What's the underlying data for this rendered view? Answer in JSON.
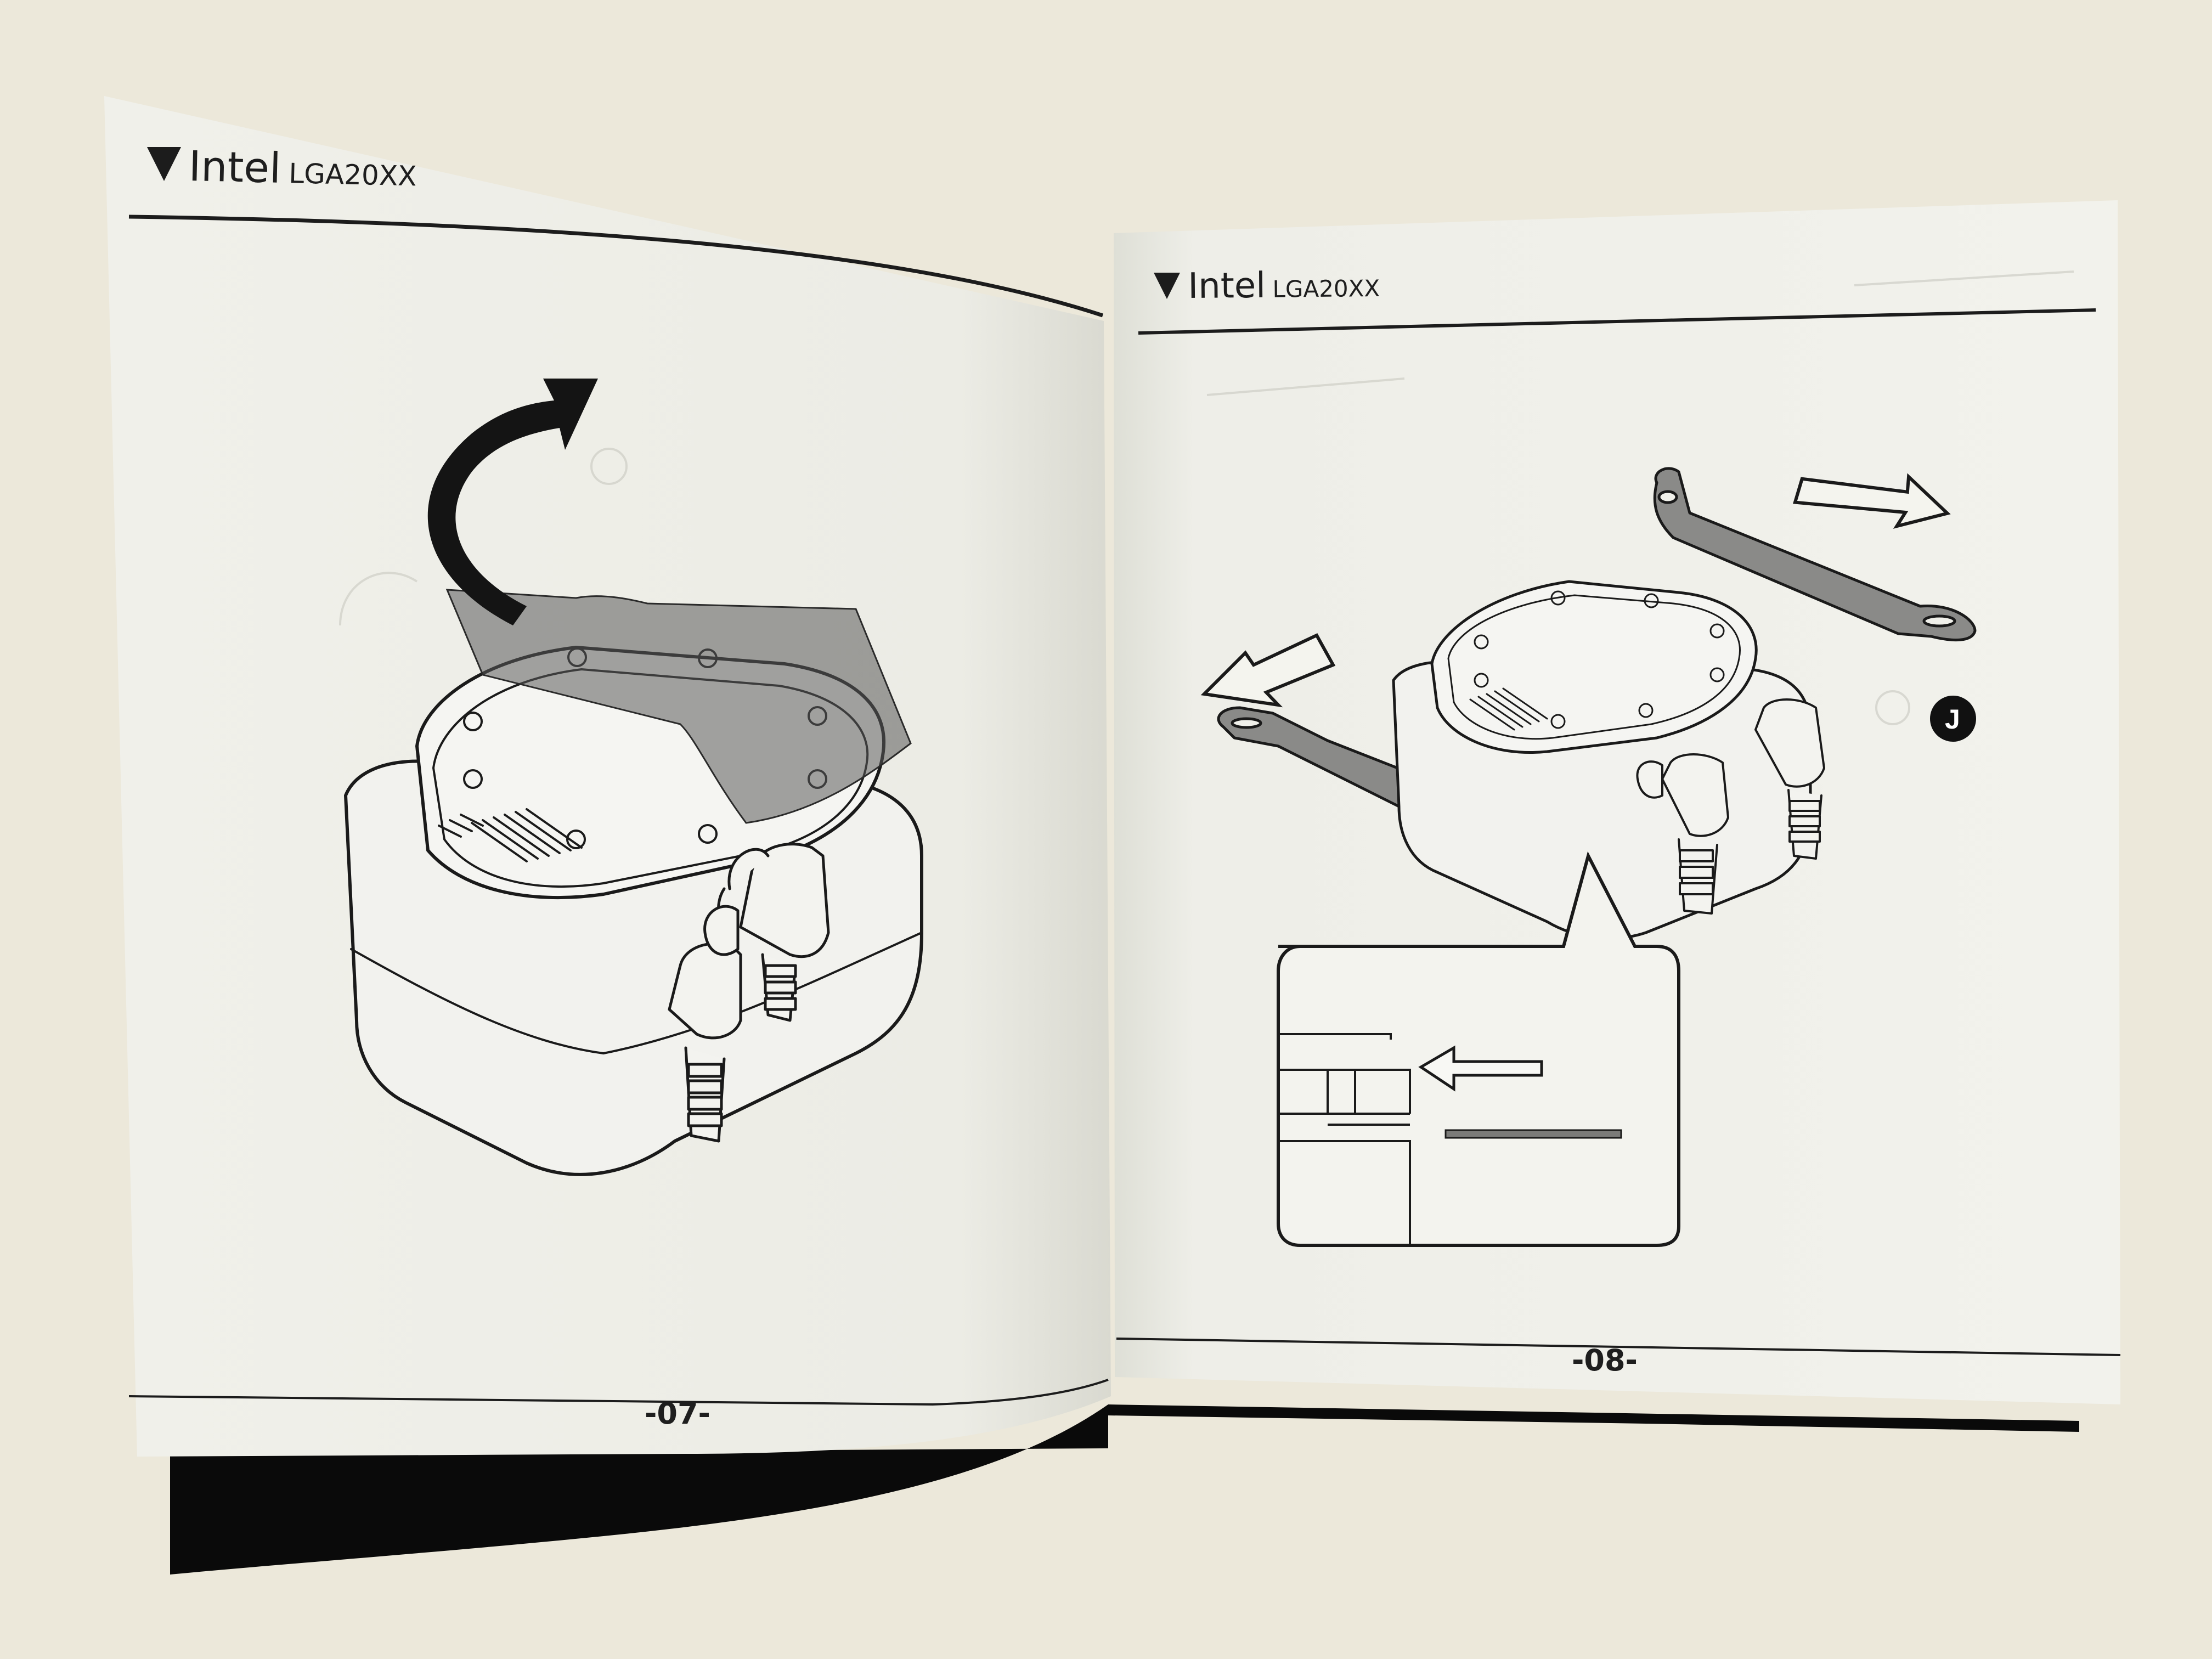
{
  "left_page": {
    "header": {
      "brand": "Intel",
      "model": "LGA20XX"
    },
    "page_number": "-07-",
    "illustration": {
      "subject": "water block with protective film being peeled off",
      "icons": [
        "curved-arrow-icon",
        "pump-block-icon"
      ]
    }
  },
  "right_page": {
    "header": {
      "brand": "Intel",
      "model": "LGA20XX"
    },
    "page_number": "-08-",
    "step_badge": "J",
    "illustration": {
      "subject": "mounting brackets slid onto water block",
      "icons": [
        "bracket-icon",
        "direction-arrow-icon",
        "pump-block-icon",
        "detail-callout-icon"
      ]
    }
  },
  "colors": {
    "background": "#ece8da",
    "paper": "#f1f1ec",
    "ink": "#1e1e1e",
    "shadow": "#080808"
  }
}
